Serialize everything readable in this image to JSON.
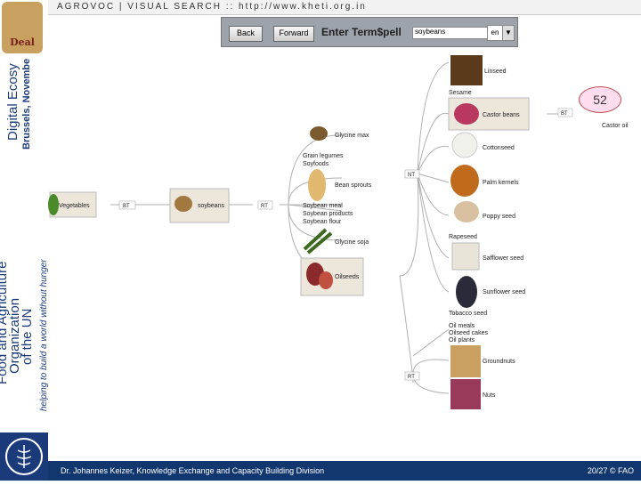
{
  "sidebar": {
    "logo_text": "Deal",
    "title": "Digital Ecosy",
    "subtitle": "Brussels, Novembe",
    "org_line1": "Food and Agriculture",
    "org_line2": "Organization",
    "org_line3": "of the UN",
    "tagline": "helping to build a world without hunger"
  },
  "header": {
    "title": "AGROVOC | VISUAL SEARCH :: http://www.kheti.org.in"
  },
  "toolbar": {
    "back_label": "Back",
    "forward_label": "Forward",
    "spell_label": "Enter Term$pell",
    "search_value": "soybeans",
    "lang_value": "en",
    "dropdown_glyph": "▼"
  },
  "graph": {
    "center": "soybeans",
    "left_node": "Vegetables",
    "rel_bt": "BT",
    "rel_rt": "RT",
    "rel_nt": "NT",
    "rel_rt2": "RT",
    "rel_bt2": "BT",
    "items": {
      "glycine_max": "Glycine max",
      "grain_legumes": "Grain legumes",
      "soyfoods": "Soyfoods",
      "bean_sprouts": "Bean sprouts",
      "soybean_meal": "Soybean meal",
      "soybean_products": "Soybean products",
      "soybean_flour": "Soybean flour",
      "glycine_soja": "Glycine soja",
      "oilseeds": "Oilseeds",
      "linseed": "Linseed",
      "sesame": "Sesame",
      "castor_beans": "Castor beans",
      "castor_oil": "Castor oil",
      "cottonseed": "Cottonseed",
      "palm_kernels": "Palm kernels",
      "poppy_seed": "Poppy seed",
      "rapeseed": "Rapeseed",
      "safflower_seed": "Safflower seed",
      "sunflower_seed": "Sunflower seed",
      "tobacco_seed": "Tobacco seed",
      "oil_meals": "Oil meals",
      "oilseed_cakes": "Oilseed cakes",
      "oil_plants": "Oil plants",
      "groundnuts": "Groundnuts",
      "nuts": "Nuts"
    },
    "badge": "52"
  },
  "footer": {
    "author": "Dr. Johannes Keizer, Knowledge Exchange and Capacity Building Division",
    "page": "20/27",
    "copyright": "© FAO"
  }
}
